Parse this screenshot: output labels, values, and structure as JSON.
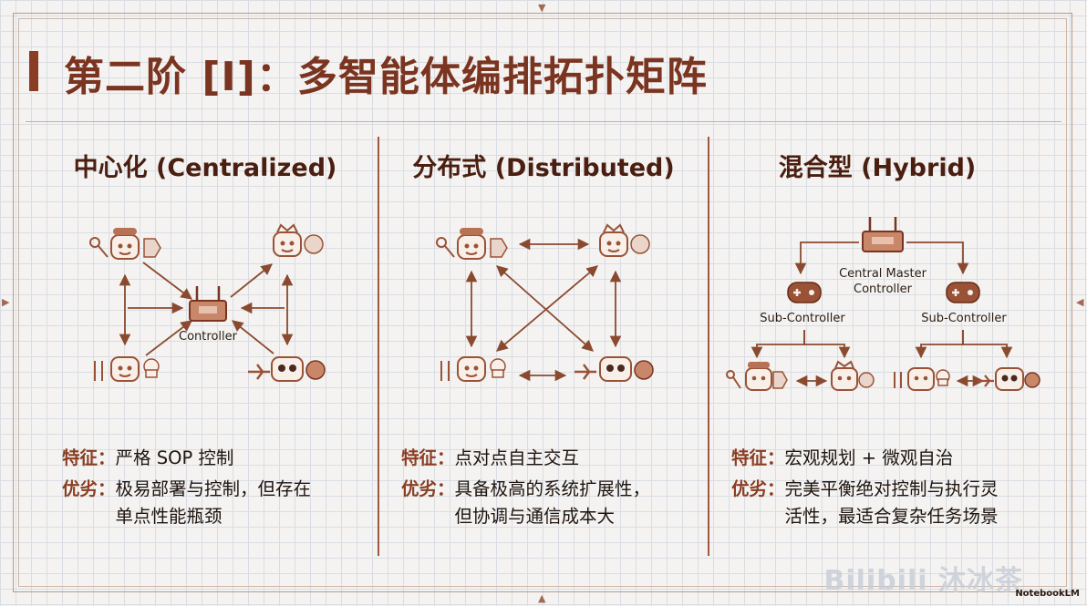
{
  "title": "第二阶 [I]：多智能体编排拓扑矩阵",
  "columns": [
    {
      "title": "中心化 (Centralized)",
      "center_label": "Controller",
      "feature_label": "特征：",
      "feature": "严格 SOP 控制",
      "tradeoff_label": "优劣：",
      "tradeoff_1": "极易部署与控制，但存在",
      "tradeoff_2": "单点性能瓶颈"
    },
    {
      "title": "分布式 (Distributed)",
      "feature_label": "特征：",
      "feature": "点对点自主交互",
      "tradeoff_label": "优劣：",
      "tradeoff_1": "具备极高的系统扩展性，",
      "tradeoff_2": "但协调与通信成本大"
    },
    {
      "title": "混合型 (Hybrid)",
      "master_label_1": "Central Master",
      "master_label_2": "Controller",
      "sub_left_label": "Sub-Controller",
      "sub_right_label": "Sub-Controller",
      "feature_label": "特征：",
      "feature": "宏观规划 + 微观自治",
      "tradeoff_label": "优劣：",
      "tradeoff_1": "完美平衡绝对控制与执行灵",
      "tradeoff_2": "活性，最适合复杂任务场景"
    }
  ],
  "watermark": "Bilibili 沐冰茶",
  "brand": "NotebookLM",
  "colors": {
    "accent": "#7a3420",
    "icon": "#9a5236",
    "arrow": "#8a4a30"
  }
}
